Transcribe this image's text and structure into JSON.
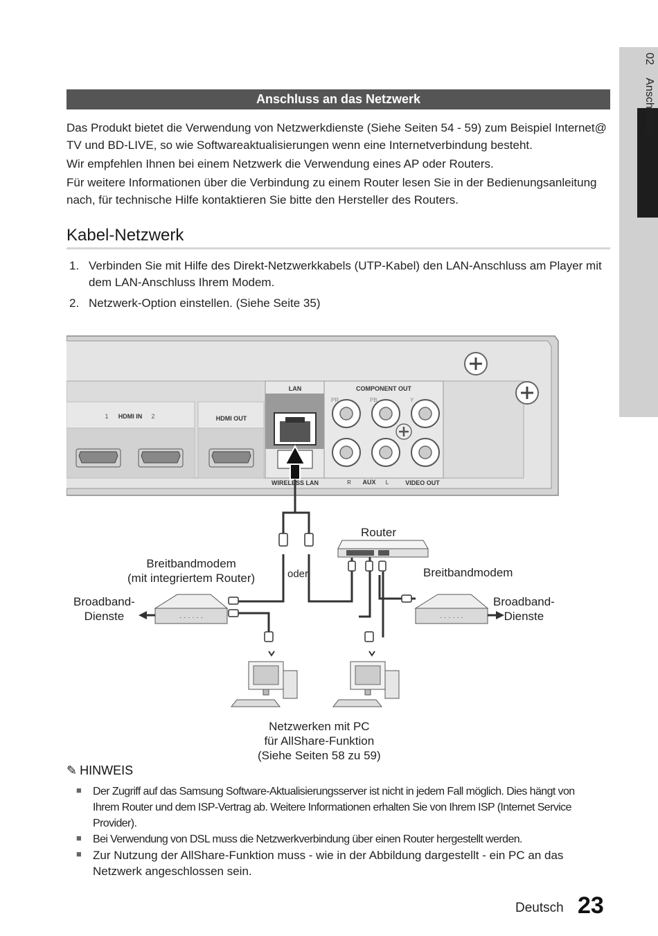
{
  "side_tab": {
    "number": "02",
    "label": "Anschlüsse"
  },
  "section_title": "Anschluss an das Netzwerk",
  "intro": [
    "Das Produkt bietet die Verwendung von Netzwerkdienste (Siehe Seiten 54 - 59) zum Beispiel Internet@ TV und BD-LIVE, so wie Softwareaktualisierungen wenn eine Internetverbindung besteht.",
    "Wir empfehlen Ihnen bei einem Netzwerk die Verwendung eines AP oder Routers.",
    "Für weitere Informationen über die Verbindung zu einem Router lesen Sie in der Bedienungsanleitung nach, für technische Hilfe kontaktieren Sie bitte den Hersteller des Routers."
  ],
  "heading": "Kabel-Netzwerk",
  "steps": [
    {
      "num": "1.",
      "text": "Verbinden Sie mit Hilfe des Direkt-Netzwerkkabels (UTP-Kabel) den LAN-Anschluss am Player mit dem LAN-Anschluss Ihrem Modem."
    },
    {
      "num": "2.",
      "text": "Netzwerk-Option einstellen. (Siehe Seite 35)"
    }
  ],
  "diagram": {
    "panel": {
      "hdmi_in": "HDMI IN",
      "hdmi_in_1": "1",
      "hdmi_in_2": "2",
      "hdmi_out": "HDMI OUT",
      "lan": "LAN",
      "component_out": "COMPONENT OUT",
      "pr": "PR",
      "pb": "PB",
      "y": "Y",
      "wireless_lan": "WIRELESS LAN",
      "aux_r": "R",
      "aux": "AUX",
      "aux_l": "L",
      "video_out": "VIDEO OUT"
    },
    "router": "Router",
    "modem_router": "Breitbandmodem\n(mit integriertem Router)",
    "oder": "oder",
    "modem": "Breitbandmodem",
    "broadband_left": "Broadband-\nDienste",
    "broadband_right": "Broadband-\nDienste",
    "pc_caption": "Netzwerken mit PC\nfür AllShare-Funktion\n(Siehe Seiten 58 zu 59)"
  },
  "note": {
    "title": "HINWEIS",
    "items": [
      "Der Zugriff auf das Samsung Software-Aktualisierungsserver ist nicht in jedem Fall möglich. Dies hängt von Ihrem Router und dem ISP-Vertrag ab. Weitere Informationen erhalten Sie von Ihrem ISP (Internet Service Provider).",
      "Bei Verwendung von DSL muss die Netzwerkverbindung über einen Router hergestellt werden.",
      "Zur Nutzung der AllShare-Funktion muss - wie in der Abbildung dargestellt - ein PC an das Netzwerk angeschlossen sein."
    ]
  },
  "footer": {
    "language": "Deutsch",
    "page": "23"
  }
}
